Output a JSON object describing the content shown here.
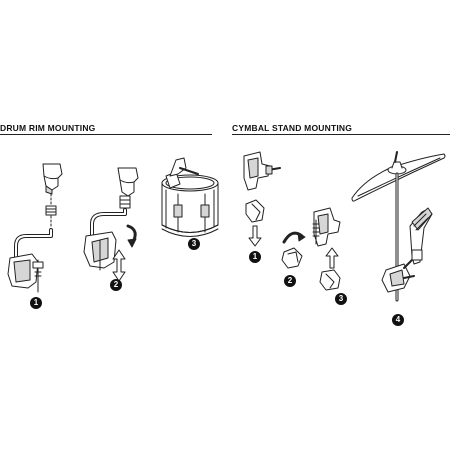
{
  "sections": {
    "drum_rim": {
      "title": "DRUM RIM MOUNTING",
      "steps": [
        "1",
        "2",
        "3"
      ]
    },
    "cymbal_stand": {
      "title": "CYMBAL STAND MOUNTING",
      "steps": [
        "1",
        "2",
        "3",
        "4"
      ]
    }
  },
  "colors": {
    "ink": "#222222",
    "fill": "#ffffff",
    "shade": "#d6d6d6",
    "badge": "#111111"
  }
}
